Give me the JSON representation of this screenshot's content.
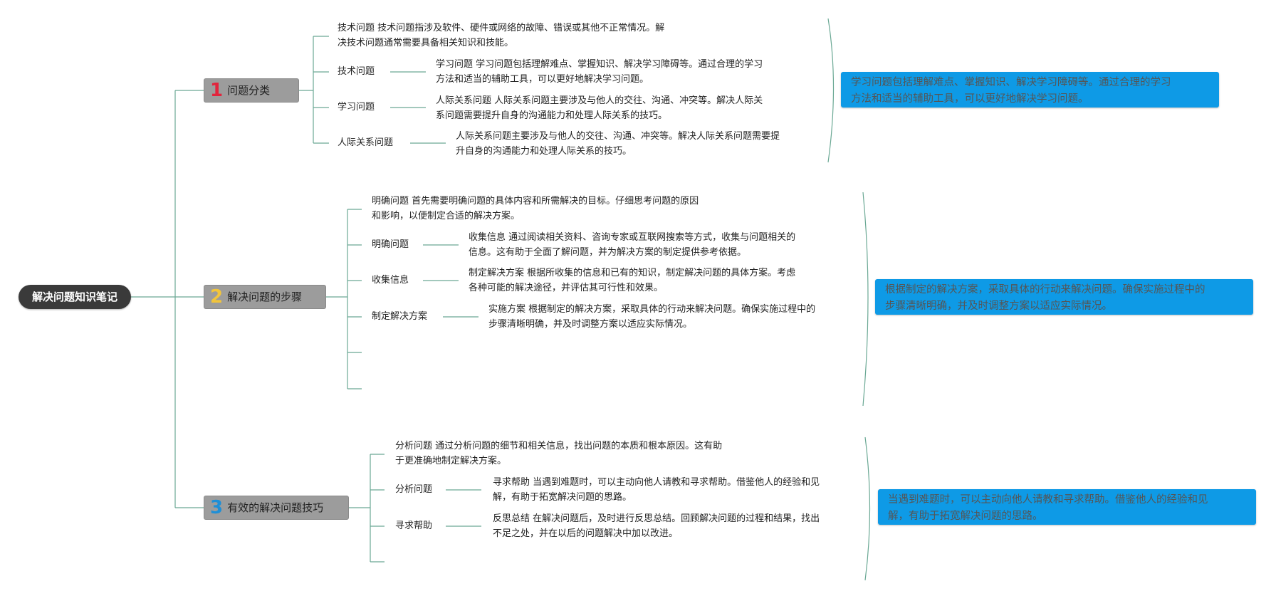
{
  "colors": {
    "connector": "#6aa894",
    "root_bg": "#3a3a3a",
    "branch_bg": "#9c9c9c",
    "note_bg": "#0e9ae6",
    "num_1": "#e2243c",
    "num_2": "#f2c53b",
    "num_3": "#1f8fd6"
  },
  "root": {
    "label": "解决问题知识笔记"
  },
  "branches": [
    {
      "num": "1",
      "label": "问题分类",
      "desc": {
        "line1": "技术问题 技术问题指涉及软件、硬件或网络的故障、错误或其他不正常情况。解",
        "line2": "决技术问题通常需要具备相关知识和技能。"
      },
      "items": [
        {
          "label": "技术问题",
          "line1": "学习问题 学习问题包括理解难点、掌握知识、解决学习障碍等。通过合理的学习",
          "line2": "方法和适当的辅助工具，可以更好地解决学习问题。"
        },
        {
          "label": "学习问题",
          "line1": "人际关系问题 人际关系问题主要涉及与他人的交往、沟通、冲突等。解决人际关",
          "line2": "系问题需要提升自身的沟通能力和处理人际关系的技巧。"
        },
        {
          "label": "人际关系问题",
          "line1": "人际关系问题主要涉及与他人的交往、沟通、冲突等。解决人际关系问题需要提",
          "line2": "升自身的沟通能力和处理人际关系的技巧。"
        }
      ],
      "summary": {
        "line1": "学习问题包括理解难点、掌握知识、解决学习障碍等。通过合理的学习",
        "line2": "方法和适当的辅助工具，可以更好地解决学习问题。"
      }
    },
    {
      "num": "2",
      "label": "解决问题的步骤",
      "desc": {
        "line1": "明确问题 首先需要明确问题的具体内容和所需解决的目标。仔细思考问题的原因",
        "line2": "和影响，以便制定合适的解决方案。"
      },
      "items": [
        {
          "label": "明确问题",
          "line1": "收集信息 通过阅读相关资料、咨询专家或互联网搜索等方式，收集与问题相关的",
          "line2": "信息。这有助于全面了解问题，并为解决方案的制定提供参考依据。"
        },
        {
          "label": "收集信息",
          "line1": "制定解决方案 根据所收集的信息和已有的知识，制定解决问题的具体方案。考虑",
          "line2": "各种可能的解决途径，并评估其可行性和效果。"
        },
        {
          "label": "制定解决方案",
          "line1": "实施方案 根据制定的解决方案，采取具体的行动来解决问题。确保实施过程中的",
          "line2": "步骤清晰明确，并及时调整方案以适应实际情况。"
        }
      ],
      "summary": {
        "line1": "根据制定的解决方案，采取具体的行动来解决问题。确保实施过程中的",
        "line2": "步骤清晰明确，并及时调整方案以适应实际情况。"
      }
    },
    {
      "num": "3",
      "label": "有效的解决问题技巧",
      "desc": {
        "line1": "分析问题 通过分析问题的细节和相关信息，找出问题的本质和根本原因。这有助",
        "line2": "于更准确地制定解决方案。"
      },
      "items": [
        {
          "label": "分析问题",
          "line1": "寻求帮助 当遇到难题时，可以主动向他人请教和寻求帮助。借鉴他人的经验和见",
          "line2": "解，有助于拓宽解决问题的思路。"
        },
        {
          "label": "寻求帮助",
          "line1": "反思总结 在解决问题后，及时进行反思总结。回顾解决问题的过程和结果，找出",
          "line2": "不足之处，并在以后的问题解决中加以改进。"
        }
      ],
      "summary": {
        "line1": "当遇到难题时，可以主动向他人请教和寻求帮助。借鉴他人的经验和见",
        "line2": "解，有助于拓宽解决问题的思路。"
      }
    }
  ]
}
